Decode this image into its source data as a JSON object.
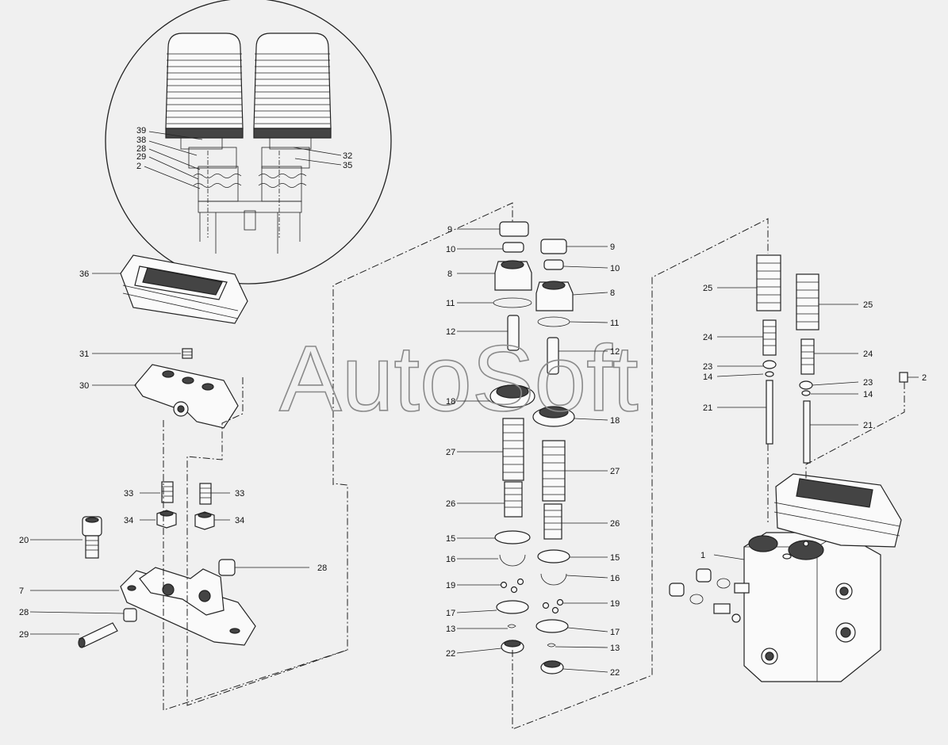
{
  "watermark": "AutoSoft",
  "callouts": {
    "c39": "39",
    "c38": "38",
    "c28a": "28",
    "c29a": "29",
    "c2a": "2",
    "c32": "32",
    "c35": "35",
    "c36": "36",
    "c31": "31",
    "c30": "30",
    "c33a": "33",
    "c33b": "33",
    "c34a": "34",
    "c34b": "34",
    "c20": "20",
    "c28b": "28",
    "c7": "7",
    "c28c": "28",
    "c29b": "29",
    "c9a": "9",
    "c9b": "9",
    "c10a": "10",
    "c10b": "10",
    "c8a": "8",
    "c8b": "8",
    "c11a": "11",
    "c11b": "11",
    "c12a": "12",
    "c12b": "12",
    "c18a": "18",
    "c18b": "18",
    "c27a": "27",
    "c27b": "27",
    "c26a": "26",
    "c26b": "26",
    "c15a": "15",
    "c15b": "15",
    "c16a": "16",
    "c16b": "16",
    "c19a": "19",
    "c19b": "19",
    "c17a": "17",
    "c17b": "17",
    "c13a": "13",
    "c13b": "13",
    "c22a": "22",
    "c22b": "22",
    "c25a": "25",
    "c25b": "25",
    "c24a": "24",
    "c24b": "24",
    "c23a": "23",
    "c23b": "23",
    "c14a": "14",
    "c14b": "14",
    "c21a": "21",
    "c21b": "21",
    "c2b": "2",
    "c1": "1"
  }
}
